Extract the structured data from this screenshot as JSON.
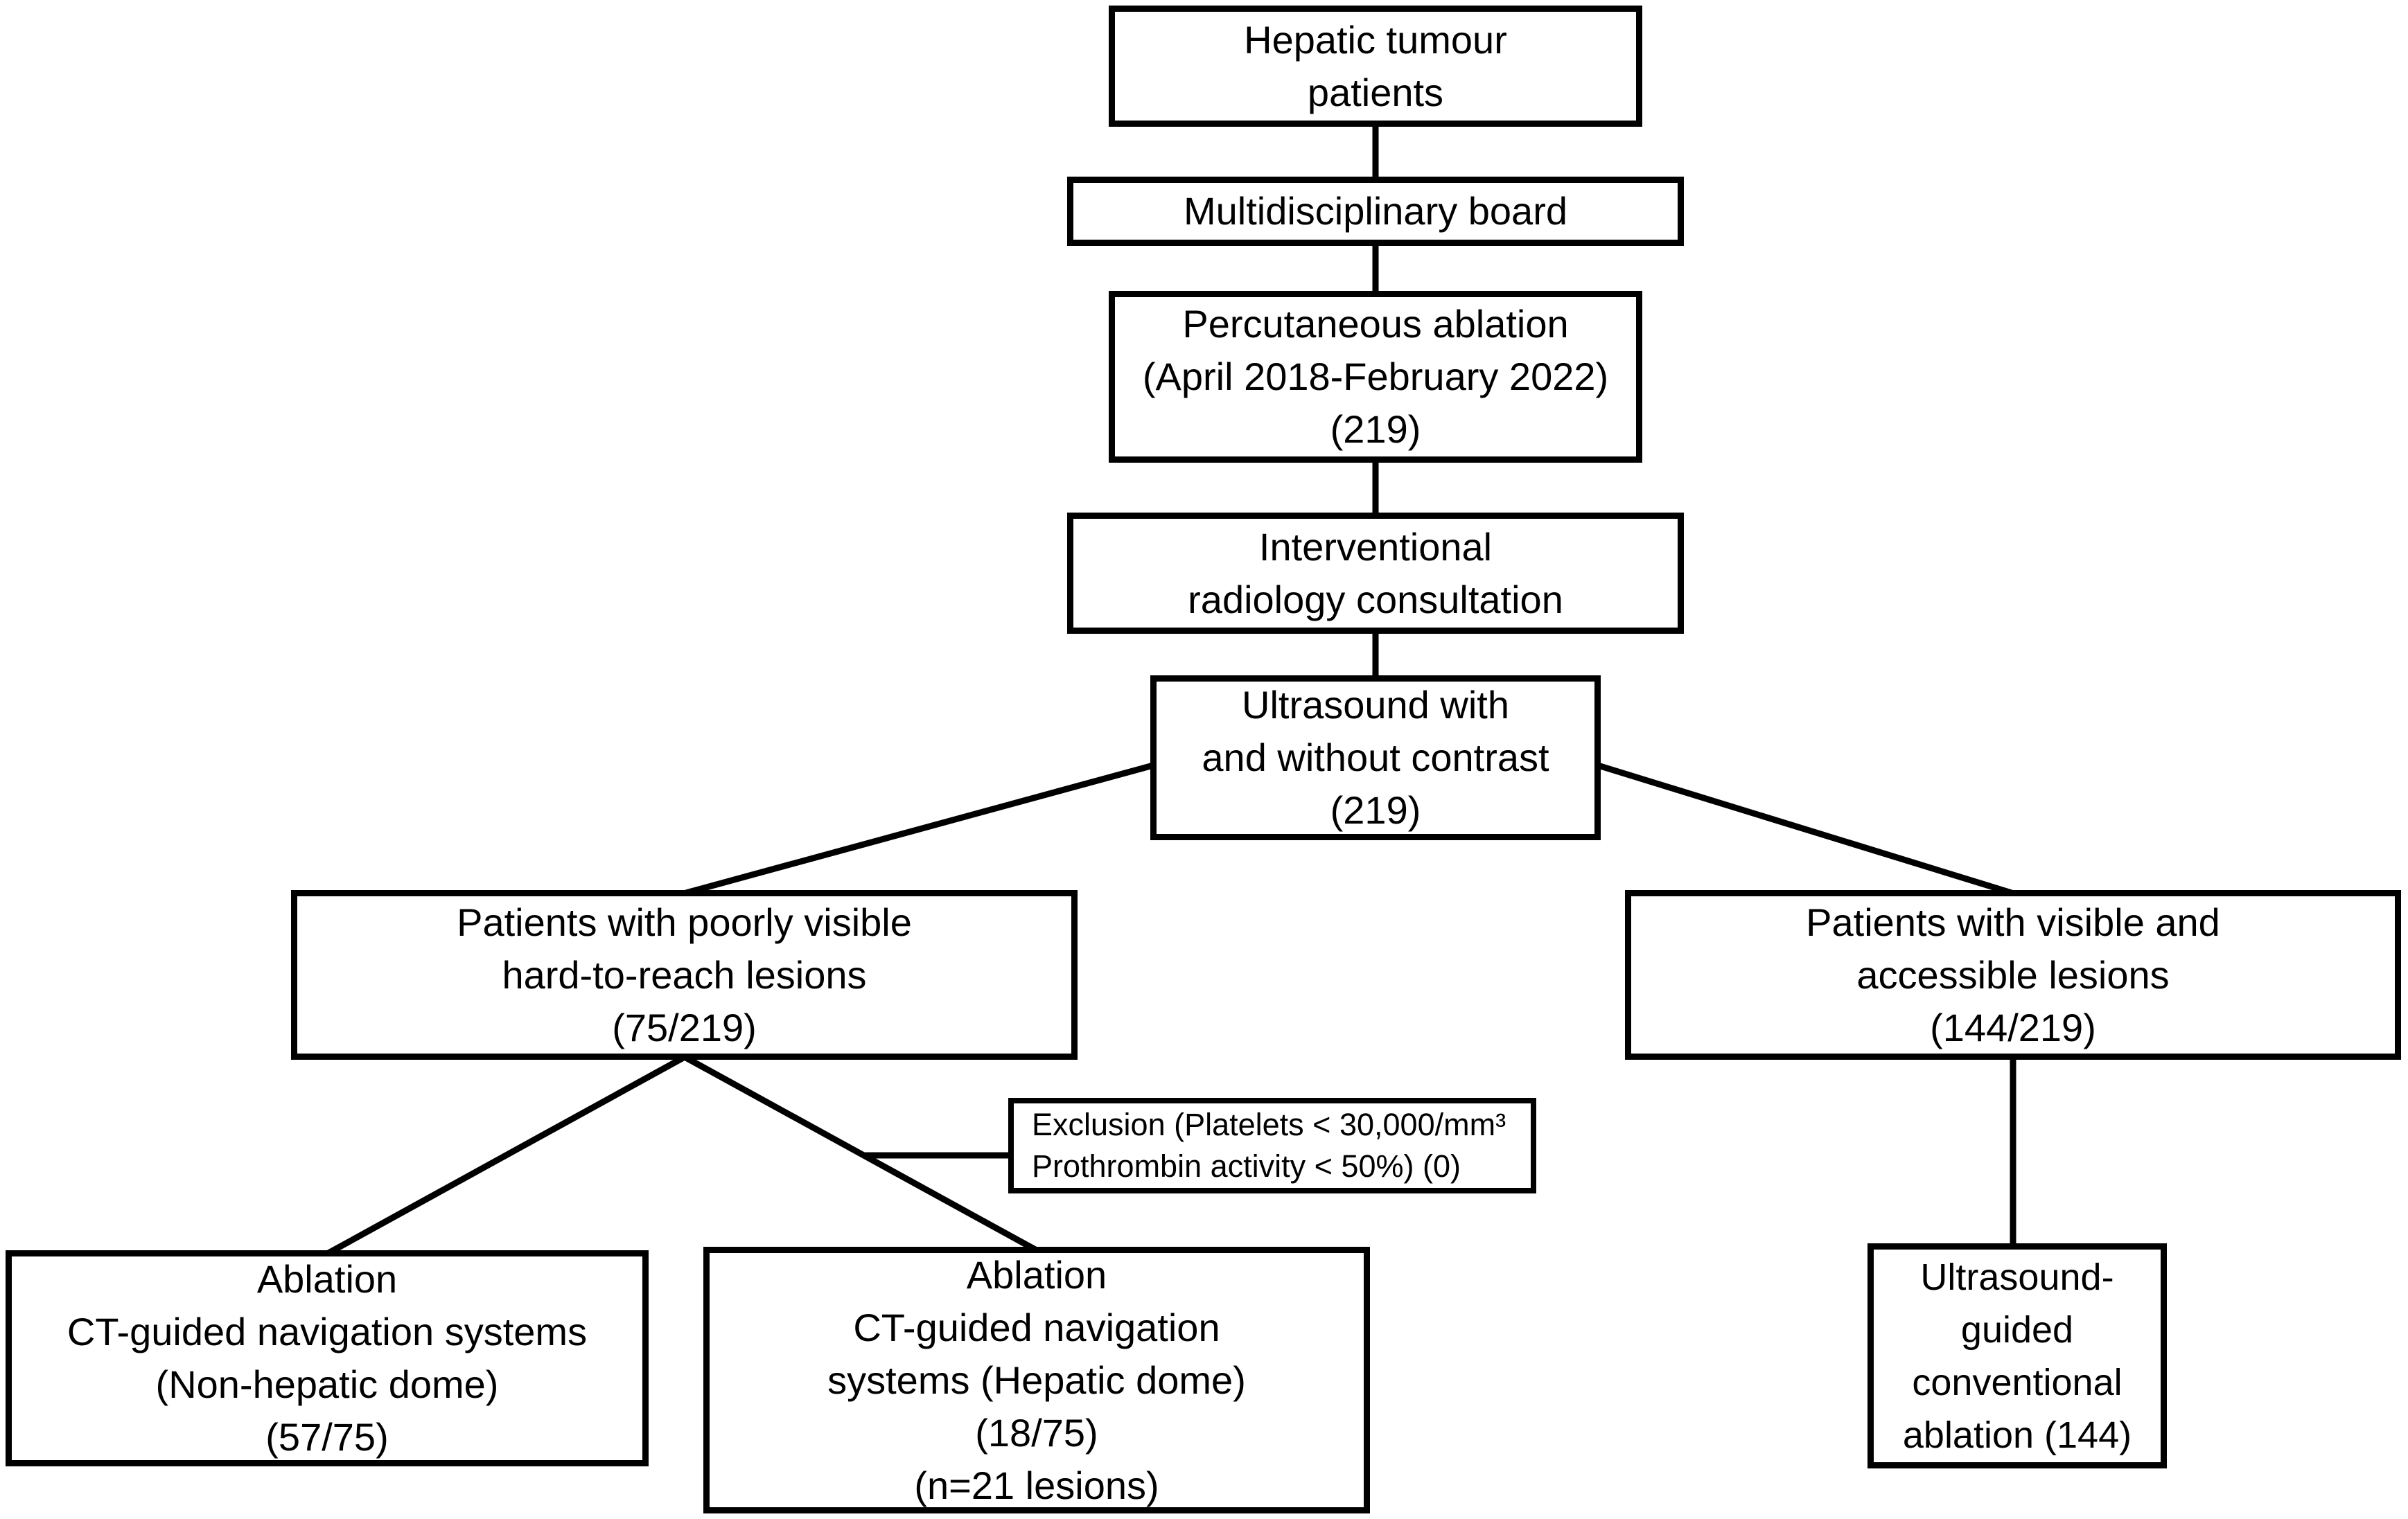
{
  "figure": {
    "type": "flowchart",
    "background_color": "#ffffff",
    "line_color": "#000000",
    "text_color": "#000000"
  },
  "nodes": {
    "hepatic_tumour_patients": {
      "label": "Hepatic tumour\npatients"
    },
    "multidisciplinary_board": {
      "label": "Multidisciplinary board"
    },
    "percutaneous_ablation": {
      "label": "Percutaneous ablation\n(April 2018-February 2022)\n(219)"
    },
    "interventional_radiology": {
      "label": "Interventional\nradiology consultation"
    },
    "ultrasound_contrast": {
      "label": "Ultrasound with\nand without contrast\n(219)"
    },
    "poorly_visible_lesions": {
      "label": "Patients with poorly visible\nhard-to-reach lesions\n(75/219)"
    },
    "visible_accessible_lesions": {
      "label": "Patients with visible and\naccessible lesions\n(144/219)"
    },
    "exclusion": {
      "label": "Exclusion (Platelets < 30,000/mm³\nProthrombin activity < 50%) (0)"
    },
    "ablation_non_hepatic_dome": {
      "label": "Ablation\nCT-guided navigation systems\n(Non-hepatic dome)\n(57/75)"
    },
    "ablation_hepatic_dome": {
      "label": "Ablation\nCT-guided navigation\nsystems (Hepatic dome)\n(18/75)\n(n=21 lesions)"
    },
    "ultrasound_guided_conventional": {
      "label": "Ultrasound-\nguided\nconventional\nablation (144)"
    }
  }
}
